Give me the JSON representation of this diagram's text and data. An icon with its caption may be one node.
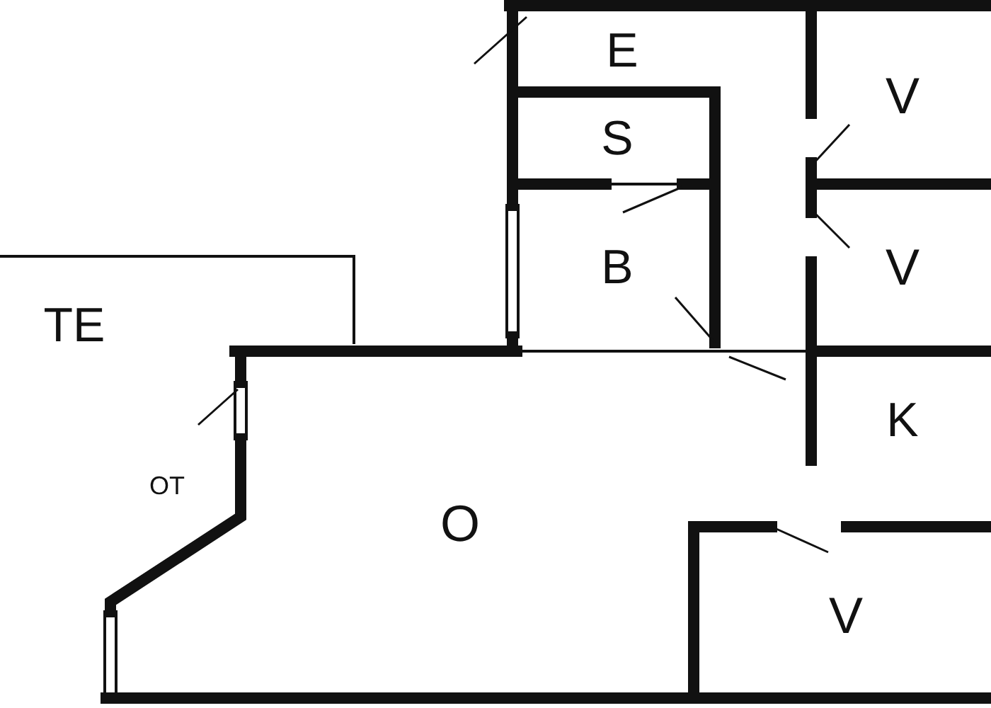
{
  "diagram": {
    "nodes": [
      {
        "text": [
          "E"
        ]
      },
      {
        "text": [
          "V"
        ]
      },
      {
        "text": [
          "S"
        ]
      },
      {
        "text": [
          "V"
        ]
      },
      {
        "text": [
          "B"
        ]
      },
      {
        "text": [
          "TE"
        ]
      },
      {
        "text": [
          "K"
        ]
      },
      {
        "text": [
          "OT"
        ]
      },
      {
        "text": [
          "O"
        ]
      },
      {
        "text": [
          "V"
        ]
      }
    ]
  }
}
